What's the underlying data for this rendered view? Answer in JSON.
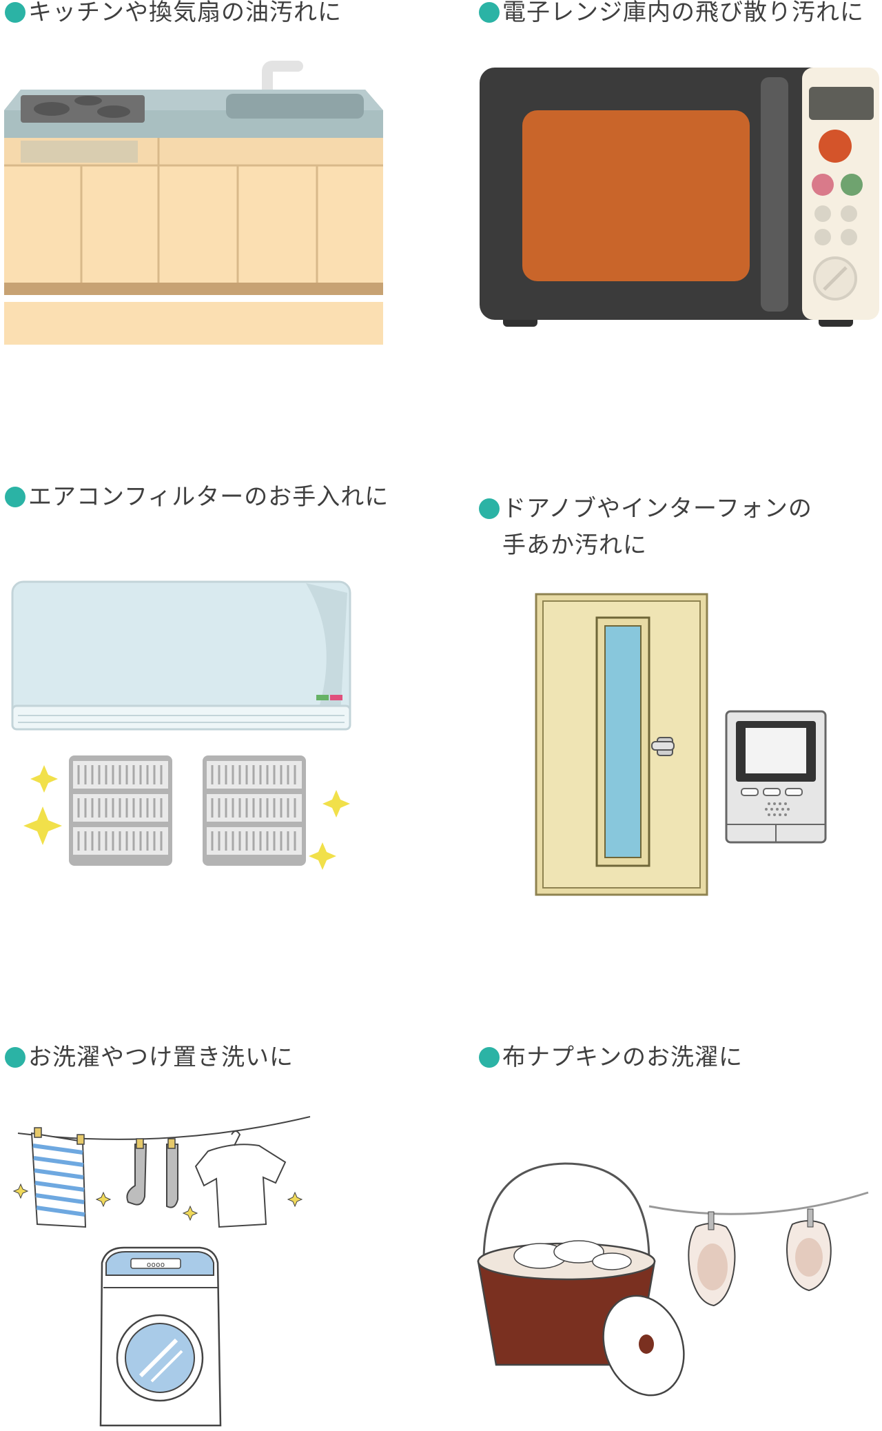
{
  "uses": [
    {
      "caption": [
        "キッチンや換気扇の油汚れに"
      ],
      "illustration": "kitchen-counter-icon"
    },
    {
      "caption": [
        "電子レンジ庫内の飛び散り汚れに"
      ],
      "illustration": "microwave-icon"
    },
    {
      "caption": [
        "エアコンフィルターのお手入れに"
      ],
      "illustration": "air-conditioner-icon"
    },
    {
      "caption": [
        "ドアノブやインターフォンの",
        "手あか汚れに"
      ],
      "illustration": "door-intercom-icon"
    },
    {
      "caption": [
        "お洗濯やつけ置き洗いに"
      ],
      "illustration": "laundry-icon"
    },
    {
      "caption": [
        "布ナプキンのお洗濯に"
      ],
      "illustration": "cloth-napkin-icon"
    }
  ],
  "colors": {
    "bullet": "#2bb3a5",
    "text": "#3f3f3f"
  },
  "microwave": {
    "display_text": ""
  },
  "washer": {
    "panel_text": "oooo"
  }
}
